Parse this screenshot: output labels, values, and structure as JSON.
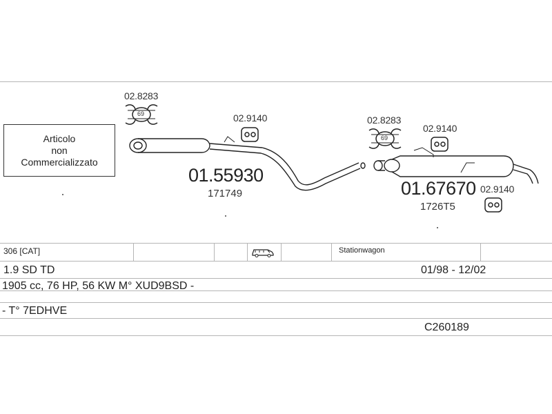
{
  "diagram": {
    "notice": {
      "line1": "Articolo",
      "line2": "non",
      "line3": "Commercializzato"
    },
    "parts": {
      "clamp_front": {
        "code": "02.8283",
        "badge": "69"
      },
      "hanger_front": {
        "code": "02.9140"
      },
      "front_muffler": {
        "code": "01.55930",
        "ref": "171749"
      },
      "clamp_rear": {
        "code": "02.8283",
        "badge": "69"
      },
      "hanger_rear_top": {
        "code": "02.9140"
      },
      "rear_muffler": {
        "code": "01.67670",
        "ref": "1726T5"
      },
      "hanger_rear_bottom": {
        "code": "02.9140"
      }
    }
  },
  "table": {
    "row1": {
      "model": "306  [CAT]",
      "body": "Stationwagon",
      "body_icon": "station-wagon-icon"
    },
    "row2": {
      "engine": "1.9 SD TD",
      "period": "01/98 - 12/02"
    },
    "row3": {
      "specs": "1905 cc, 76 HP, 56 KW M° XUD9BSD -"
    },
    "row4": {
      "chassis": "- T° 7EDHVE"
    },
    "row5": {
      "catalog": "C260189"
    }
  },
  "colors": {
    "line": "#b5b5b5",
    "ink": "#222222"
  }
}
